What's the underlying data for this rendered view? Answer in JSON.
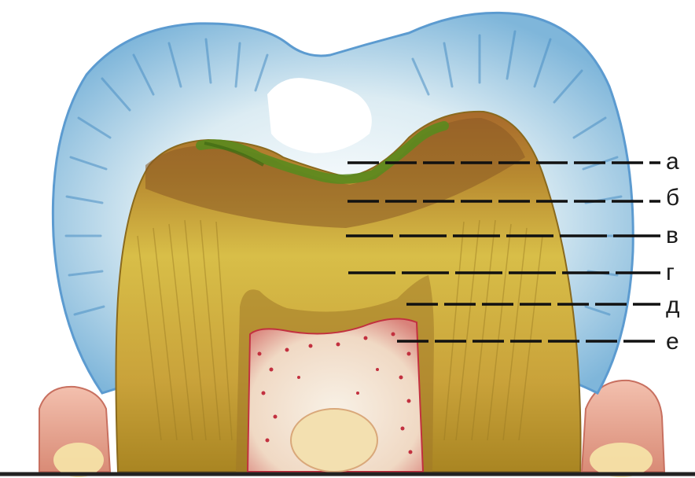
{
  "labels": [
    {
      "id": "a",
      "text": "а"
    },
    {
      "id": "b",
      "text": "б"
    },
    {
      "id": "v",
      "text": "в"
    },
    {
      "id": "g",
      "text": "г"
    },
    {
      "id": "d",
      "text": "д"
    },
    {
      "id": "e",
      "text": "е"
    }
  ],
  "colors": {
    "enamel": "#a9d3e6",
    "enamel_stripes": "#4b8fc4",
    "dentin": "#c9a23a",
    "caries_green": "#5a8a1e",
    "dark_zone": "#8a5a24",
    "pulp": "#e9c8b0",
    "pulp_dots": "#c2303f",
    "gum": "#e6a38e",
    "leader_line": "#111111"
  }
}
